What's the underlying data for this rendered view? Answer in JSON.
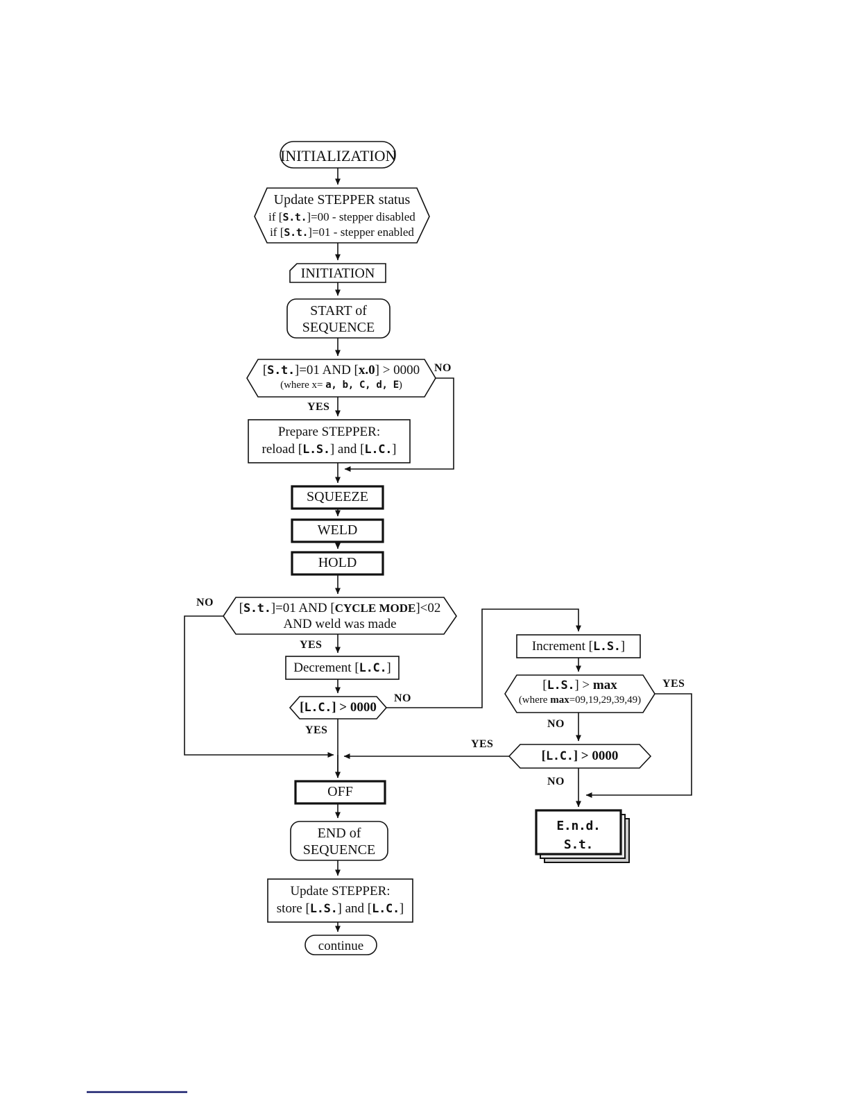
{
  "diagram": {
    "title": "Stepper welding sequence flowchart",
    "colors": {
      "line": "#111111",
      "fill": "#ffffff",
      "footnote_rule": "#151a6a"
    }
  },
  "nodes": {
    "initialization": {
      "label": "INITIALIZATION",
      "shape": "stadium"
    },
    "update_stepper_status": {
      "line1": "Update STEPPER status",
      "line2_pre": "if [",
      "line2_code": "S.t.",
      "line2_post": "]=00 - stepper disabled",
      "line3_pre": "if [",
      "line3_code": "S.t.",
      "line3_post": "]=01 - stepper enabled",
      "shape": "hexagon"
    },
    "initiation": {
      "label": "INITIATION",
      "shape": "clipped-box"
    },
    "start_of_sequence": {
      "line1": "START of",
      "line2": "SEQUENCE",
      "shape": "rounded-box"
    },
    "decision_st_x0": {
      "code1": "S.t.",
      "text1": "]=01 AND [",
      "bold1": "x.0",
      "text2": "] > 0000",
      "sub_pre": "(where x= ",
      "sub_code": "a, b, C, d, E",
      "sub_post": ")",
      "shape": "hexagon",
      "yes": "YES",
      "no": "NO"
    },
    "prepare_stepper": {
      "line1": "Prepare STEPPER:",
      "line2_pre": "reload [",
      "line2_code1": "L.S.",
      "line2_mid": "] and [",
      "line2_code2": "L.C.",
      "line2_post": "]",
      "shape": "box"
    },
    "squeeze": {
      "label": "SQUEEZE",
      "shape": "thick-box"
    },
    "weld": {
      "label": "WELD",
      "shape": "thick-box"
    },
    "hold": {
      "label": "HOLD",
      "shape": "thick-box"
    },
    "decision_cycle_mode": {
      "code1": "S.t.",
      "text1": "]=01 AND [",
      "bold1": "CYCLE MODE",
      "text2": "]<02",
      "line2": "AND weld was made",
      "shape": "hexagon",
      "yes": "YES",
      "no": "NO"
    },
    "decrement_lc": {
      "pre": "Decrement [",
      "code": "L.C.",
      "post": "]",
      "shape": "box"
    },
    "decision_lc_left": {
      "pre": "[",
      "code": "L.C.",
      "post": "] > 0000",
      "shape": "hexagon",
      "yes": "YES",
      "no": "NO"
    },
    "increment_ls": {
      "pre": "Increment [",
      "code": "L.S.",
      "post": "]",
      "shape": "box"
    },
    "decision_ls_max": {
      "pre": "[",
      "code": "L.S.",
      "post": "] > ",
      "bold": "max",
      "sub_pre": "(where ",
      "sub_bold": "max",
      "sub_post": "=09,19,29,39,49)",
      "shape": "hexagon",
      "yes": "YES",
      "no": "NO"
    },
    "decision_lc_right": {
      "pre": "[",
      "code": "L.C.",
      "post": "] > 0000",
      "shape": "hexagon",
      "yes": "YES",
      "no": "NO"
    },
    "end_st": {
      "line1": "E.n.d.",
      "line2": "S.t.",
      "shape": "stacked-box"
    },
    "off": {
      "label": "OFF",
      "shape": "thick-box"
    },
    "end_of_sequence": {
      "line1": "END of",
      "line2": "SEQUENCE",
      "shape": "rounded-box"
    },
    "update_stepper_store": {
      "line1": "Update STEPPER:",
      "line2_pre": "store [",
      "line2_code1": "L.S.",
      "line2_mid": "] and [",
      "line2_code2": "L.C.",
      "line2_post": "]",
      "shape": "box"
    },
    "continue": {
      "label": "continue",
      "shape": "stadium"
    }
  },
  "edge_labels": {
    "no_st_x0": "NO",
    "yes_st_x0": "YES",
    "no_cycle_mode": "NO",
    "yes_cycle_mode": "YES",
    "no_lc_left": "NO",
    "yes_lc_left": "YES",
    "yes_ls_max": "YES",
    "no_ls_max": "NO",
    "yes_lc_right": "YES",
    "no_lc_right": "NO"
  }
}
